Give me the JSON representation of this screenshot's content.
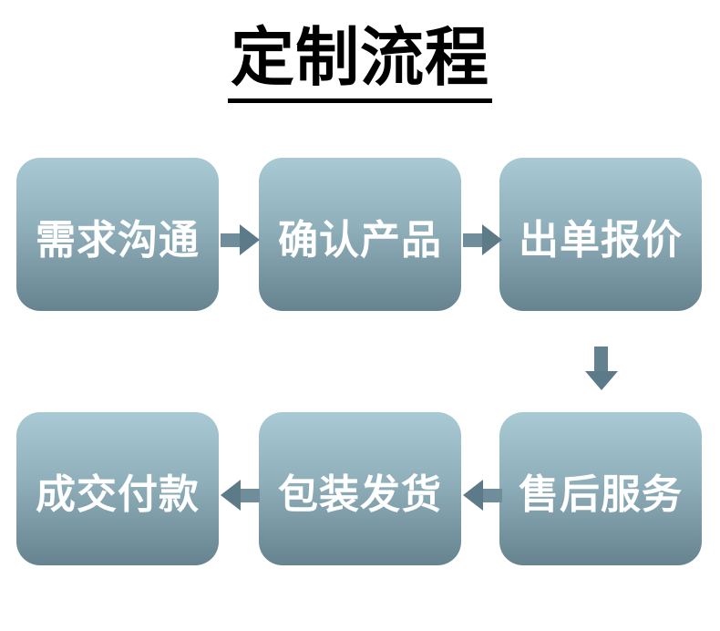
{
  "title": {
    "text": "定制流程",
    "color": "#000000",
    "underlined": true
  },
  "flow": {
    "top_row": [
      {
        "label": "需求沟通"
      },
      {
        "label": "确认产品"
      },
      {
        "label": "出单报价"
      }
    ],
    "bottom_row": [
      {
        "label": "成交付款"
      },
      {
        "label": "包装发货"
      },
      {
        "label": "售后服务"
      }
    ],
    "arrows": [
      {
        "from": "需求沟通",
        "to": "确认产品",
        "direction": "right"
      },
      {
        "from": "确认产品",
        "to": "出单报价",
        "direction": "right"
      },
      {
        "from": "出单报价",
        "to": "售后服务",
        "direction": "down"
      },
      {
        "from": "售后服务",
        "to": "包装发货",
        "direction": "left"
      },
      {
        "from": "包装发货",
        "to": "成交付款",
        "direction": "left"
      }
    ]
  },
  "colors": {
    "background": "#ffffff",
    "box_gradient_top": "#a9c9d4",
    "box_gradient_bottom": "#66838f",
    "box_text": "#ffffff",
    "arrow_shaft": "#6f8d9a",
    "arrow_head": "#5c7a88",
    "title_text": "#000000"
  }
}
